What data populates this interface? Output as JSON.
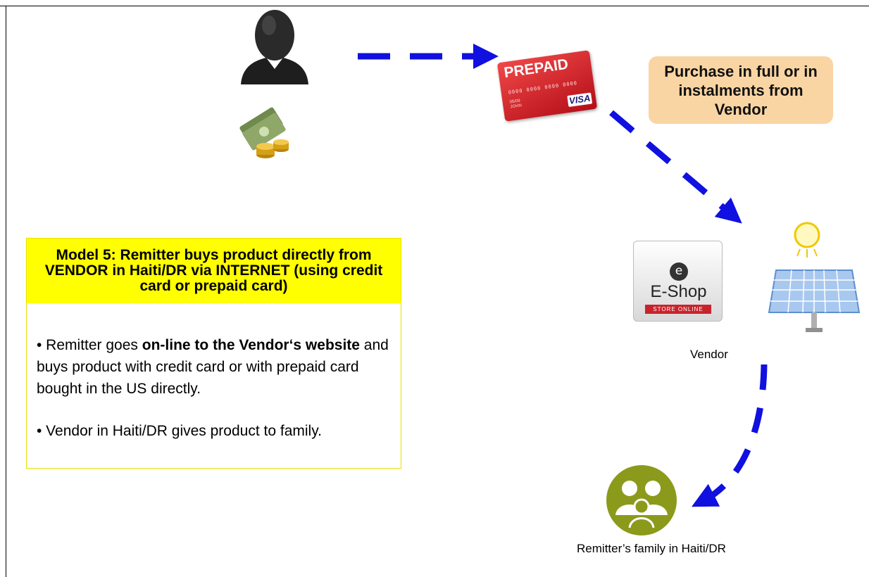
{
  "model_box": {
    "title": "Model 5: Remitter buys product directly from VENDOR in Haiti/DR via INTERNET (using credit card or prepaid card)",
    "bullet1": {
      "prefix": "•  Remitter goes ",
      "bold": "on-line to the Vendor‘s website",
      "suffix": "  and buys product with credit card or with prepaid card bought in the US directly."
    },
    "bullet2": "• Vendor in Haiti/DR gives product to family."
  },
  "purchase_box": "Purchase in full or in instalments from Vendor",
  "card": {
    "title": "PREPAID",
    "number": "0000  0000  0000  0000",
    "small": "05/09\nJOHN",
    "brand": "VISA"
  },
  "eshop": {
    "symbol": "e",
    "name": "E-Shop",
    "tagline": "STORE ONLINE"
  },
  "vendor_label": "Vendor",
  "family_label": "Remitter’s family in Haiti/DR",
  "colors": {
    "arrow": "#1010e0",
    "title_bg": "#ffff00",
    "purchase_bg": "#f9d5a3",
    "family_icon": "#8c9a1c",
    "card_red": "#d2202a"
  },
  "icons": [
    "person-icon",
    "money-icon",
    "prepaid-card-icon",
    "eshop-icon",
    "solar-panel-icon",
    "family-icon"
  ]
}
